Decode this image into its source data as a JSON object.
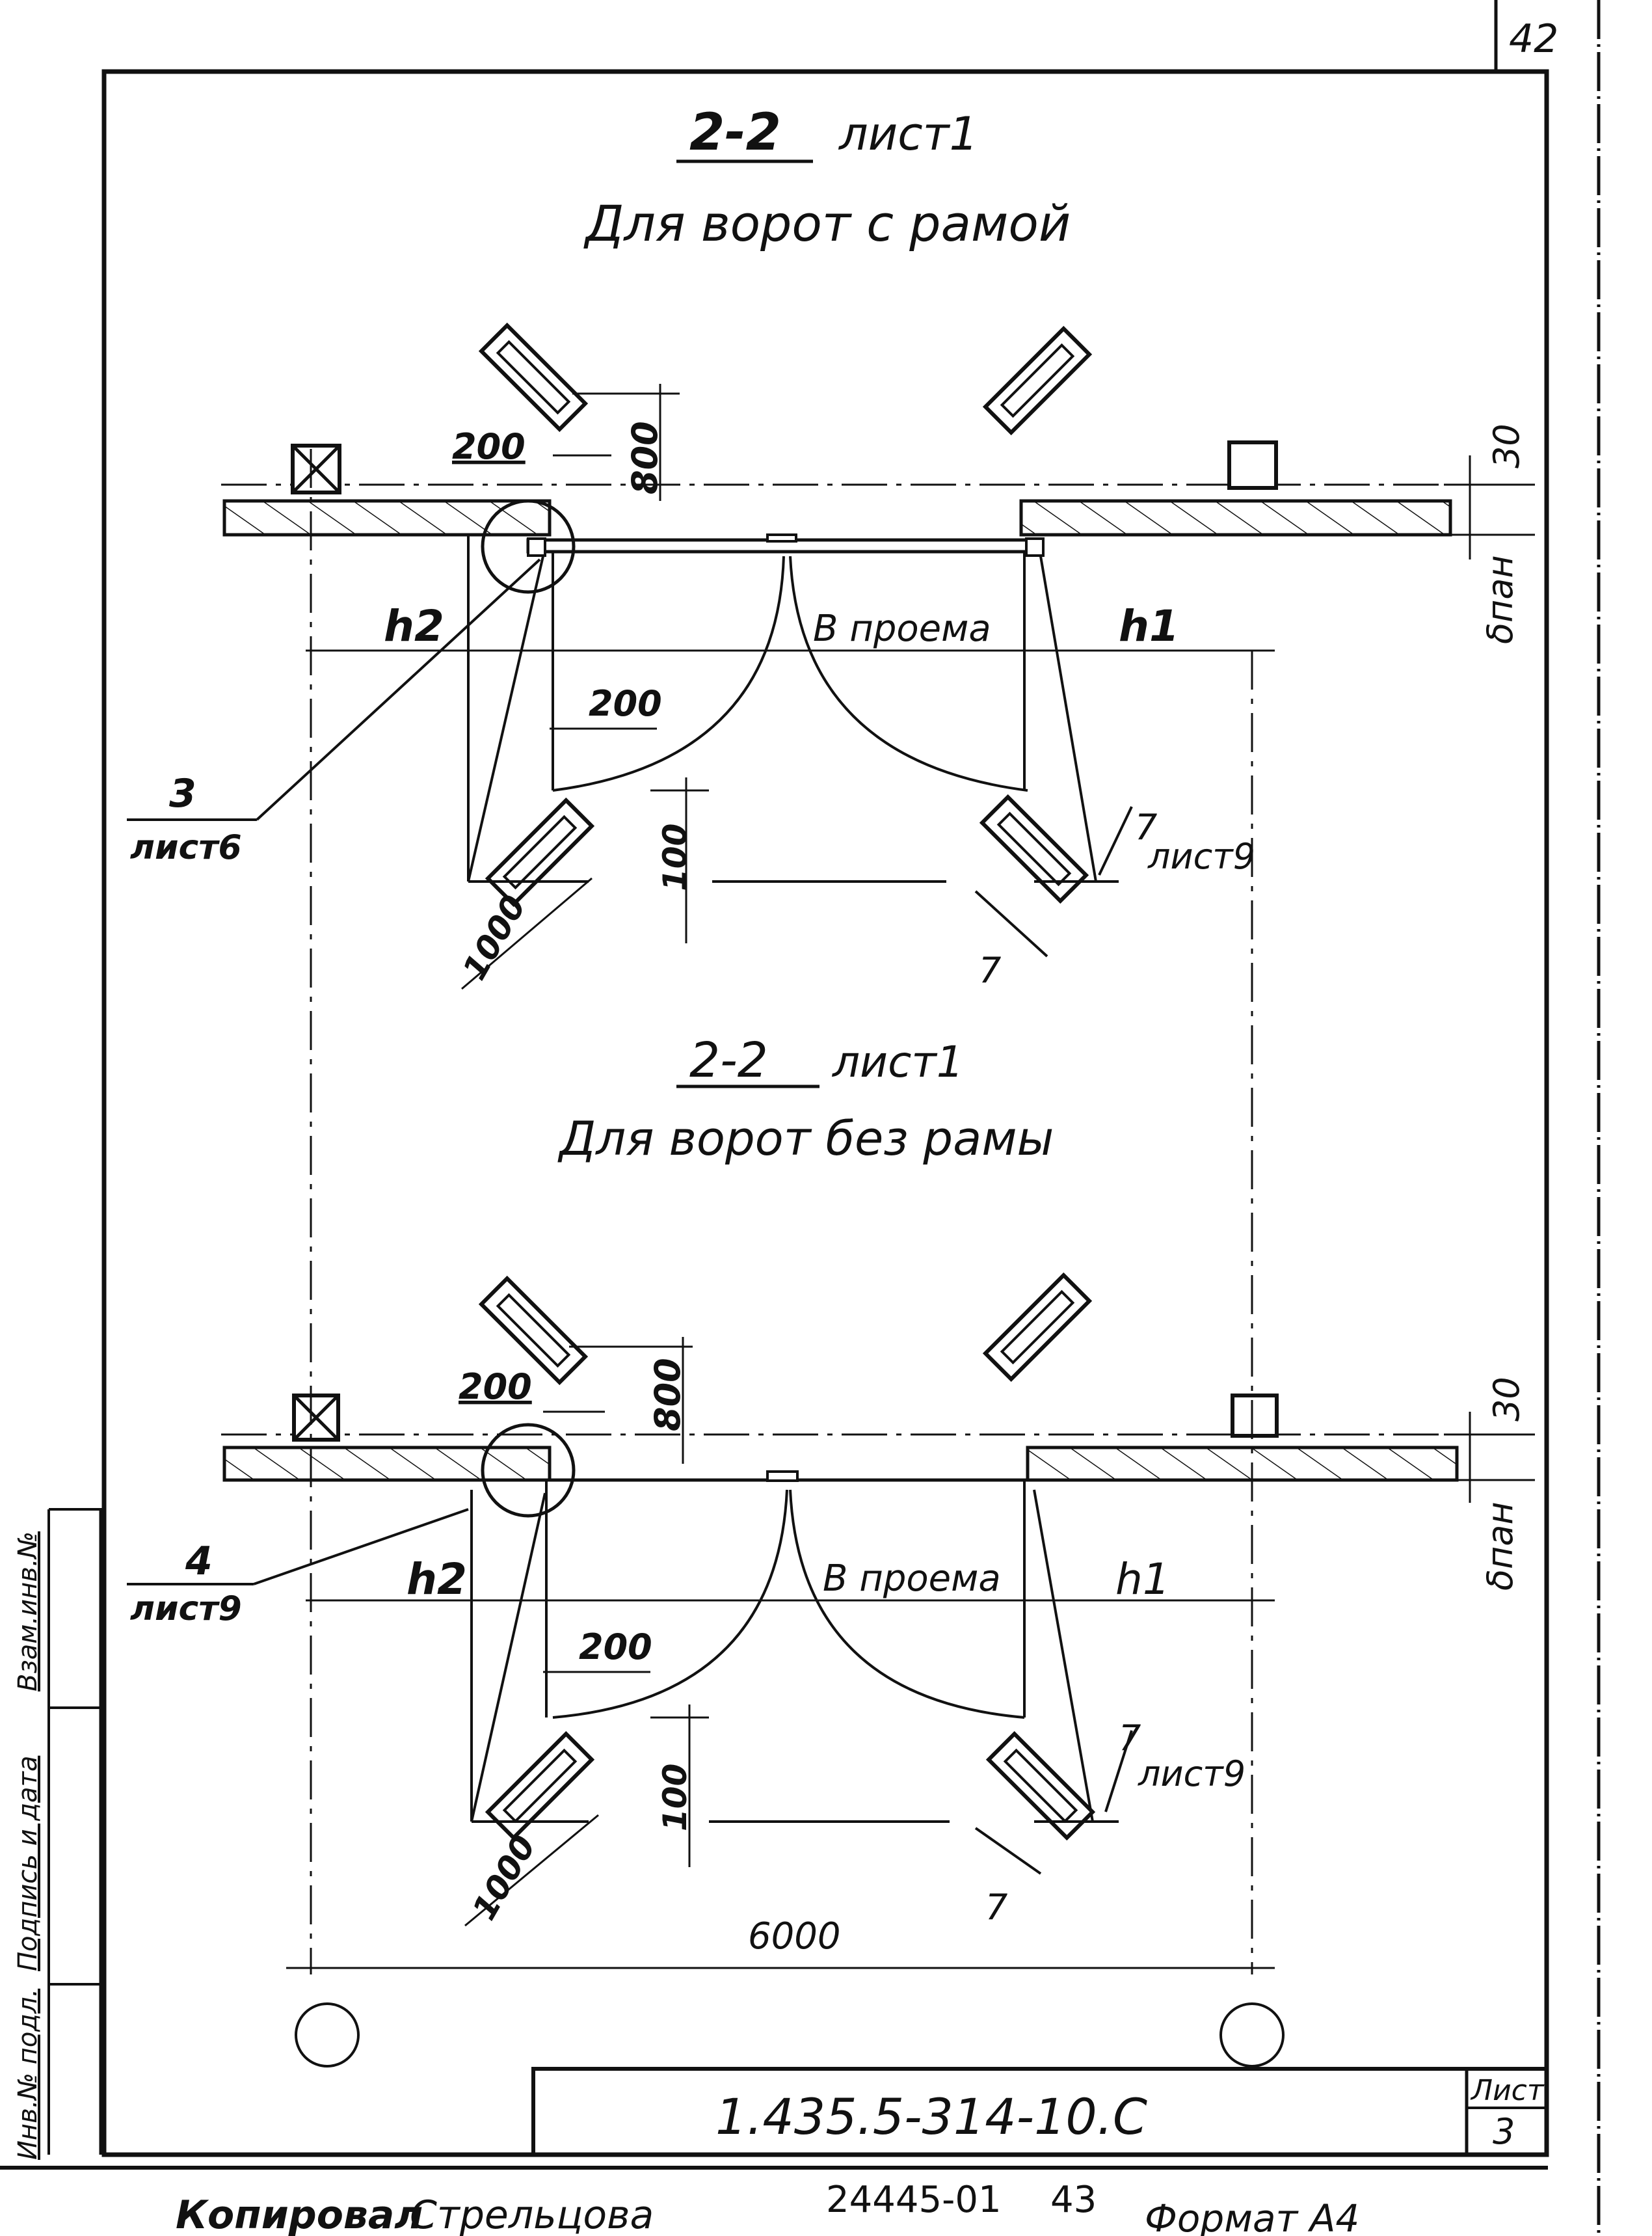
{
  "page_number": "42",
  "upper": {
    "section_mark": "2-2",
    "sheet_ref": "лист1",
    "caption": "Для ворот с рамой",
    "dims": {
      "d200_top": "200",
      "d800": "800",
      "d30": "30",
      "h2": "h2",
      "h1": "h1",
      "b_opening": "В проема",
      "d200_mid": "200",
      "d100": "100",
      "d1000": "1000",
      "delta_pan": "δпан"
    },
    "callout_left": {
      "num": "3",
      "sheet": "лист6"
    },
    "callout_right": {
      "num": "7",
      "sheet": "лист9"
    },
    "section_cut": "7"
  },
  "lower": {
    "section_mark": "2-2",
    "sheet_ref": "лист1",
    "caption": "Для ворот без рамы",
    "dims": {
      "d200_top": "200",
      "d800": "800",
      "d30": "30",
      "h2": "h2",
      "h1": "h1",
      "b_opening": "В проема",
      "d200_mid": "200",
      "d100": "100",
      "d1000": "1000",
      "delta_pan": "δпан",
      "d6000": "6000"
    },
    "callout_left": {
      "num": "4",
      "sheet": "лист9"
    },
    "callout_right": {
      "num": "7",
      "sheet": "лист9"
    },
    "section_cut": "7"
  },
  "stamp": {
    "code": "1.435.5-314-10.C",
    "sheet_label": "Лист",
    "sheet_no": "3"
  },
  "side_labels": [
    "Взам.инв.№",
    "Подпись и дата",
    "Инв.№ подл."
  ],
  "footer": {
    "copied": "Копировал",
    "name": "Стрельцова",
    "archive": "24445-01",
    "num": "43",
    "format": "Формат А4"
  }
}
